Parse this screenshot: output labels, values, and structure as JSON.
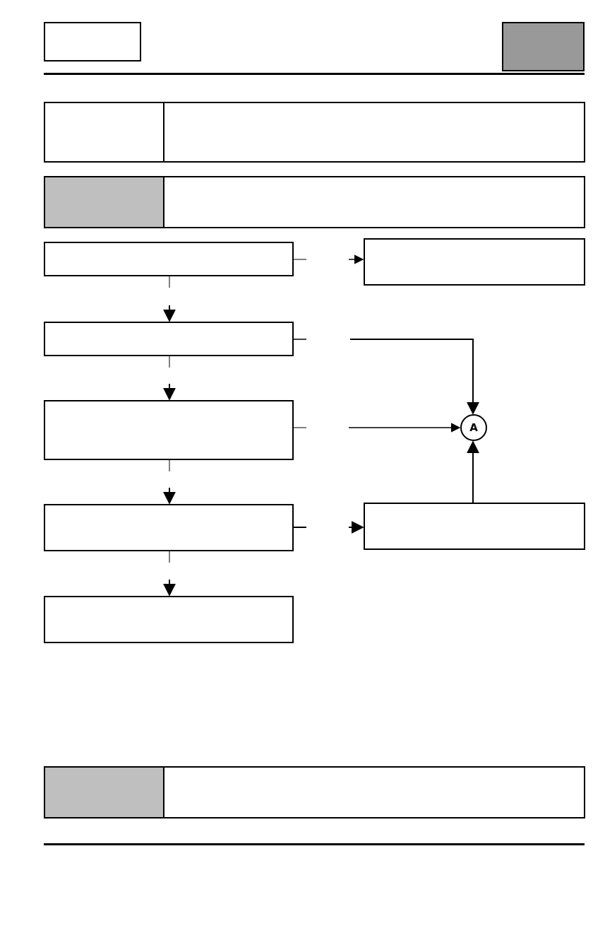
{
  "header": {
    "left_box_text": "",
    "right_box_text": ""
  },
  "panels": {
    "top": {
      "label": "",
      "text": ""
    },
    "second": {
      "label": "",
      "text": ""
    },
    "bottom": {
      "label": "",
      "text": ""
    }
  },
  "flow": {
    "steps": [
      {
        "id": "step-1",
        "text": ""
      },
      {
        "id": "step-2",
        "text": ""
      },
      {
        "id": "step-3",
        "text": ""
      },
      {
        "id": "step-4",
        "text": ""
      },
      {
        "id": "step-5",
        "text": ""
      }
    ],
    "side_boxes": [
      {
        "id": "side-1",
        "text": ""
      },
      {
        "id": "side-2",
        "text": ""
      }
    ],
    "connector": {
      "label": "A"
    }
  }
}
